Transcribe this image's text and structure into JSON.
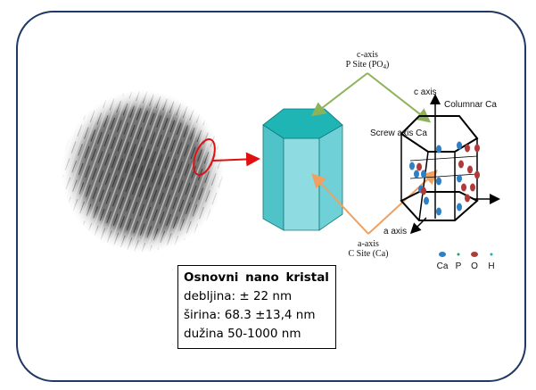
{
  "labels": {
    "c_axis_site": [
      "c-axis",
      "P Site (PO4)"
    ],
    "a_axis_site": [
      "a-axis",
      "C Site (Ca)"
    ],
    "lattice_c_axis": "c axis",
    "lattice_a_axis": "a axis",
    "columnar_ca": "Columnar Ca",
    "screw_axis_ca": "Screw axis Ca"
  },
  "legend": [
    {
      "label": "Ca",
      "color": "#2e7fc4"
    },
    {
      "label": "P",
      "color": "#1aa37a"
    },
    {
      "label": "O",
      "color": "#b03a3a"
    },
    {
      "label": "H",
      "color": "#20b0b0"
    }
  ],
  "info": {
    "title": "Osnovni nano kristal",
    "lines": [
      "debljina: ± 22 nm",
      "širina: 68.3 ±13,4 nm",
      "dužina 50-1000 nm"
    ]
  },
  "colors": {
    "frame": "#1f3864",
    "prism_top": "#1fb5b5",
    "prism_side": "#7fd4dc",
    "c_arrow": "#8db35a",
    "a_arrow": "#f0a060",
    "highlight": "#e01010"
  }
}
